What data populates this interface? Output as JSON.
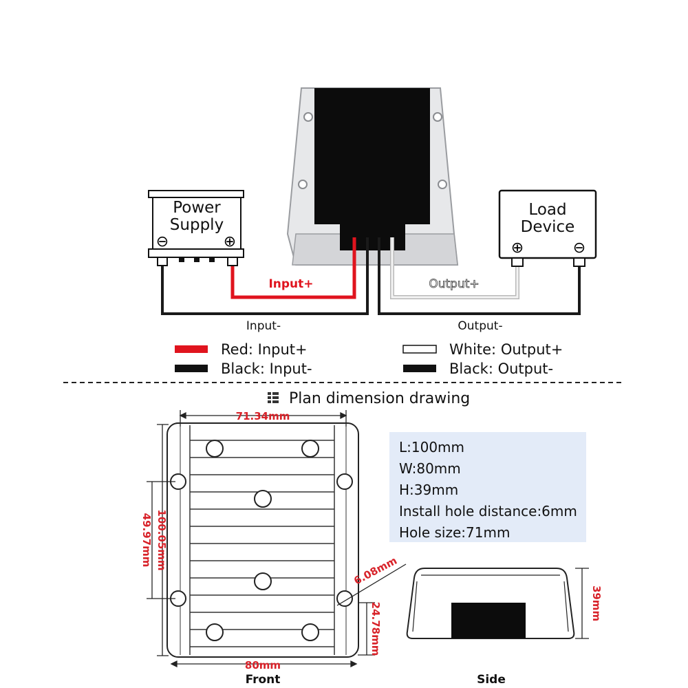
{
  "wiring": {
    "power_supply_label": [
      "Power",
      "Supply"
    ],
    "load_device_label": [
      "Load",
      "Device"
    ],
    "minus_symbol": "⊖",
    "plus_symbol": "⊕",
    "input_plus_label": "Input+",
    "input_minus_label": "Input-",
    "output_plus_label": "Output+",
    "output_minus_label": "Output-"
  },
  "legend": {
    "items": [
      {
        "label": "Red: Input+",
        "color": "#e0141e"
      },
      {
        "label": "Black: Input-",
        "color": "#111111"
      },
      {
        "label": "White: Output+",
        "color": "#ffffff"
      },
      {
        "label": "Black: Output-",
        "color": "#111111"
      }
    ]
  },
  "drawing": {
    "title": "Plan dimension drawing",
    "title_icon": "grid-icon",
    "dim_top": "71.34mm",
    "dim_left_outer": "49.97mm",
    "dim_left_inner": "100.05mm",
    "dim_hole": "6.08mm",
    "dim_bottom_right": "24.78mm",
    "dim_bottom": "80mm",
    "dim_side_height": "39mm",
    "front_caption": "Front",
    "side_caption": "Side"
  },
  "specs": [
    "L:100mm",
    "W:80mm",
    "H:39mm",
    "Install hole distance:6mm",
    "Hole size:71mm"
  ],
  "colors": {
    "red_wire": "#e0141e",
    "black_wire": "#1a1a1a",
    "white_wire": "#f4f4f4",
    "dimension_red": "#d8232a",
    "spec_panel": "#e3ebf8"
  }
}
